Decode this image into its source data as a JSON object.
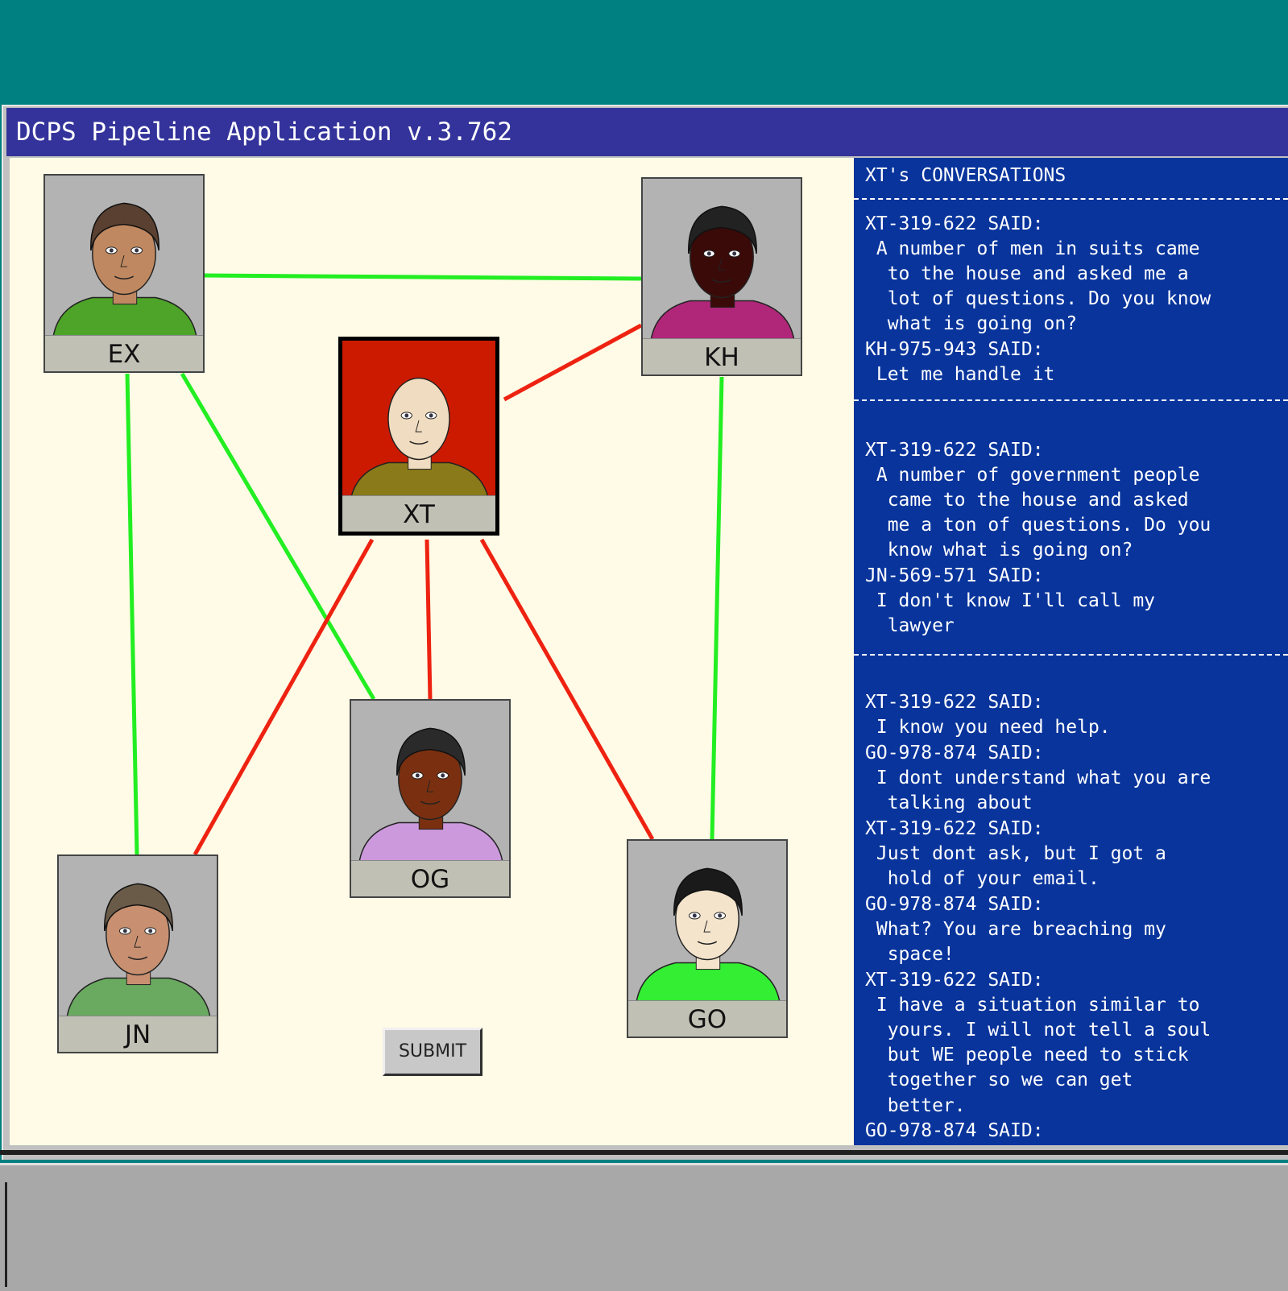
{
  "window": {
    "title": "DCPS Pipeline Application v.3.762"
  },
  "colors": {
    "desktop": "#008080",
    "titlebar": "#33339b",
    "canvas": "#fffbe6",
    "chat_bg": "#08349c",
    "ally_link": "#22ee22",
    "target_link": "#ee2211",
    "selected_bg": "#cc1a00"
  },
  "people": [
    {
      "id": "EX",
      "label": "EX",
      "shirt": "#4da428",
      "skin": "#c08860",
      "hair": "#5a4030",
      "selected": false
    },
    {
      "id": "KH",
      "label": "KH",
      "shirt": "#b0277a",
      "skin": "#3a0a08",
      "hair": "#222222",
      "selected": false
    },
    {
      "id": "XT",
      "label": "XT",
      "shirt": "#8a7a1a",
      "skin": "#f0dcc0",
      "hair": "none",
      "selected": true
    },
    {
      "id": "OG",
      "label": "OG",
      "shirt": "#cc99dd",
      "skin": "#7a3010",
      "hair": "#2a2a2a",
      "selected": false
    },
    {
      "id": "JN",
      "label": "JN",
      "shirt": "#6aaa60",
      "skin": "#c89070",
      "hair": "#6a5a48",
      "selected": false
    },
    {
      "id": "GO",
      "label": "GO",
      "shirt": "#33ee33",
      "skin": "#f4e4cc",
      "hair": "#1a1a1a",
      "selected": false
    }
  ],
  "links": [
    {
      "from": "EX",
      "to": "KH",
      "type": "ally"
    },
    {
      "from": "EX",
      "to": "JN",
      "type": "ally"
    },
    {
      "from": "EX",
      "to": "OG",
      "type": "ally"
    },
    {
      "from": "KH",
      "to": "GO",
      "type": "ally"
    },
    {
      "from": "XT",
      "to": "KH",
      "type": "target"
    },
    {
      "from": "XT",
      "to": "JN",
      "type": "target"
    },
    {
      "from": "XT",
      "to": "OG",
      "type": "target"
    },
    {
      "from": "XT",
      "to": "GO",
      "type": "target"
    }
  ],
  "submit_label": "SUBMIT",
  "chat": {
    "title": "XT's CONVERSATIONS",
    "lines": [
      "XT-319-622 SAID:",
      " A number of men in suits came",
      "  to the house and asked me a",
      "  lot of questions. Do you know",
      "  what is going on?",
      "KH-975-943 SAID:",
      " Let me handle it",
      "XT-319-622 SAID:",
      " A number of government people",
      "  came to the house and asked",
      "  me a ton of questions. Do you",
      "  know what is going on?",
      "JN-569-571 SAID:",
      " I don't know I'll call my",
      "  lawyer",
      "XT-319-622 SAID:",
      " I know you need help.",
      "GO-978-874 SAID:",
      " I dont understand what you are",
      "  talking about",
      "XT-319-622 SAID:",
      " Just dont ask, but I got a",
      "  hold of your email.",
      "GO-978-874 SAID:",
      " What? You are breaching my",
      "  space!",
      "XT-319-622 SAID:",
      " I have a situation similar to",
      "  yours. I will not tell a soul",
      "  but WE people need to stick",
      "  together so we can get",
      "  better.",
      "GO-978-874 SAID:"
    ]
  }
}
